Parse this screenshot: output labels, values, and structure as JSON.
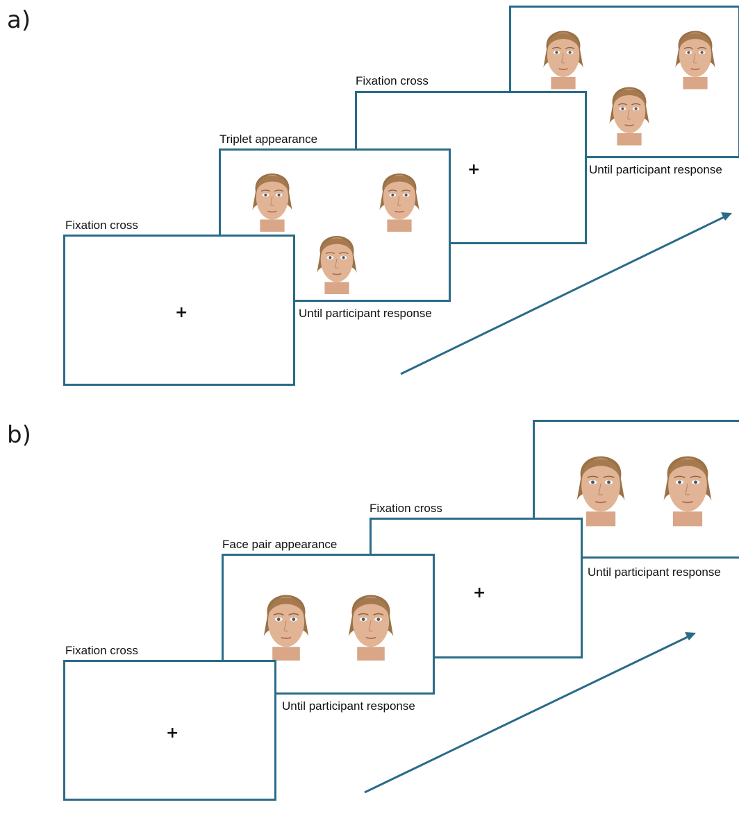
{
  "panel_a": {
    "letter": "a)",
    "steps": [
      {
        "label": "Fixation cross",
        "stimulus": "+"
      },
      {
        "label": "Triplet appearance",
        "face_count": 3,
        "duration": "Until participant response"
      },
      {
        "label": "Fixation cross",
        "stimulus": "+"
      },
      {
        "face_count": 3,
        "duration": "Until participant response"
      }
    ]
  },
  "panel_b": {
    "letter": "b)",
    "steps": [
      {
        "label": "Fixation cross",
        "stimulus": "+"
      },
      {
        "label": "Face pair appearance",
        "face_count": 2,
        "duration": "Until participant response"
      },
      {
        "label": "Fixation cross",
        "stimulus": "+"
      },
      {
        "face_count": 2,
        "duration": "Until participant response"
      }
    ]
  },
  "colors": {
    "frame": "#2a6b88",
    "arrow": "#2a6b88",
    "text": "#111111"
  }
}
